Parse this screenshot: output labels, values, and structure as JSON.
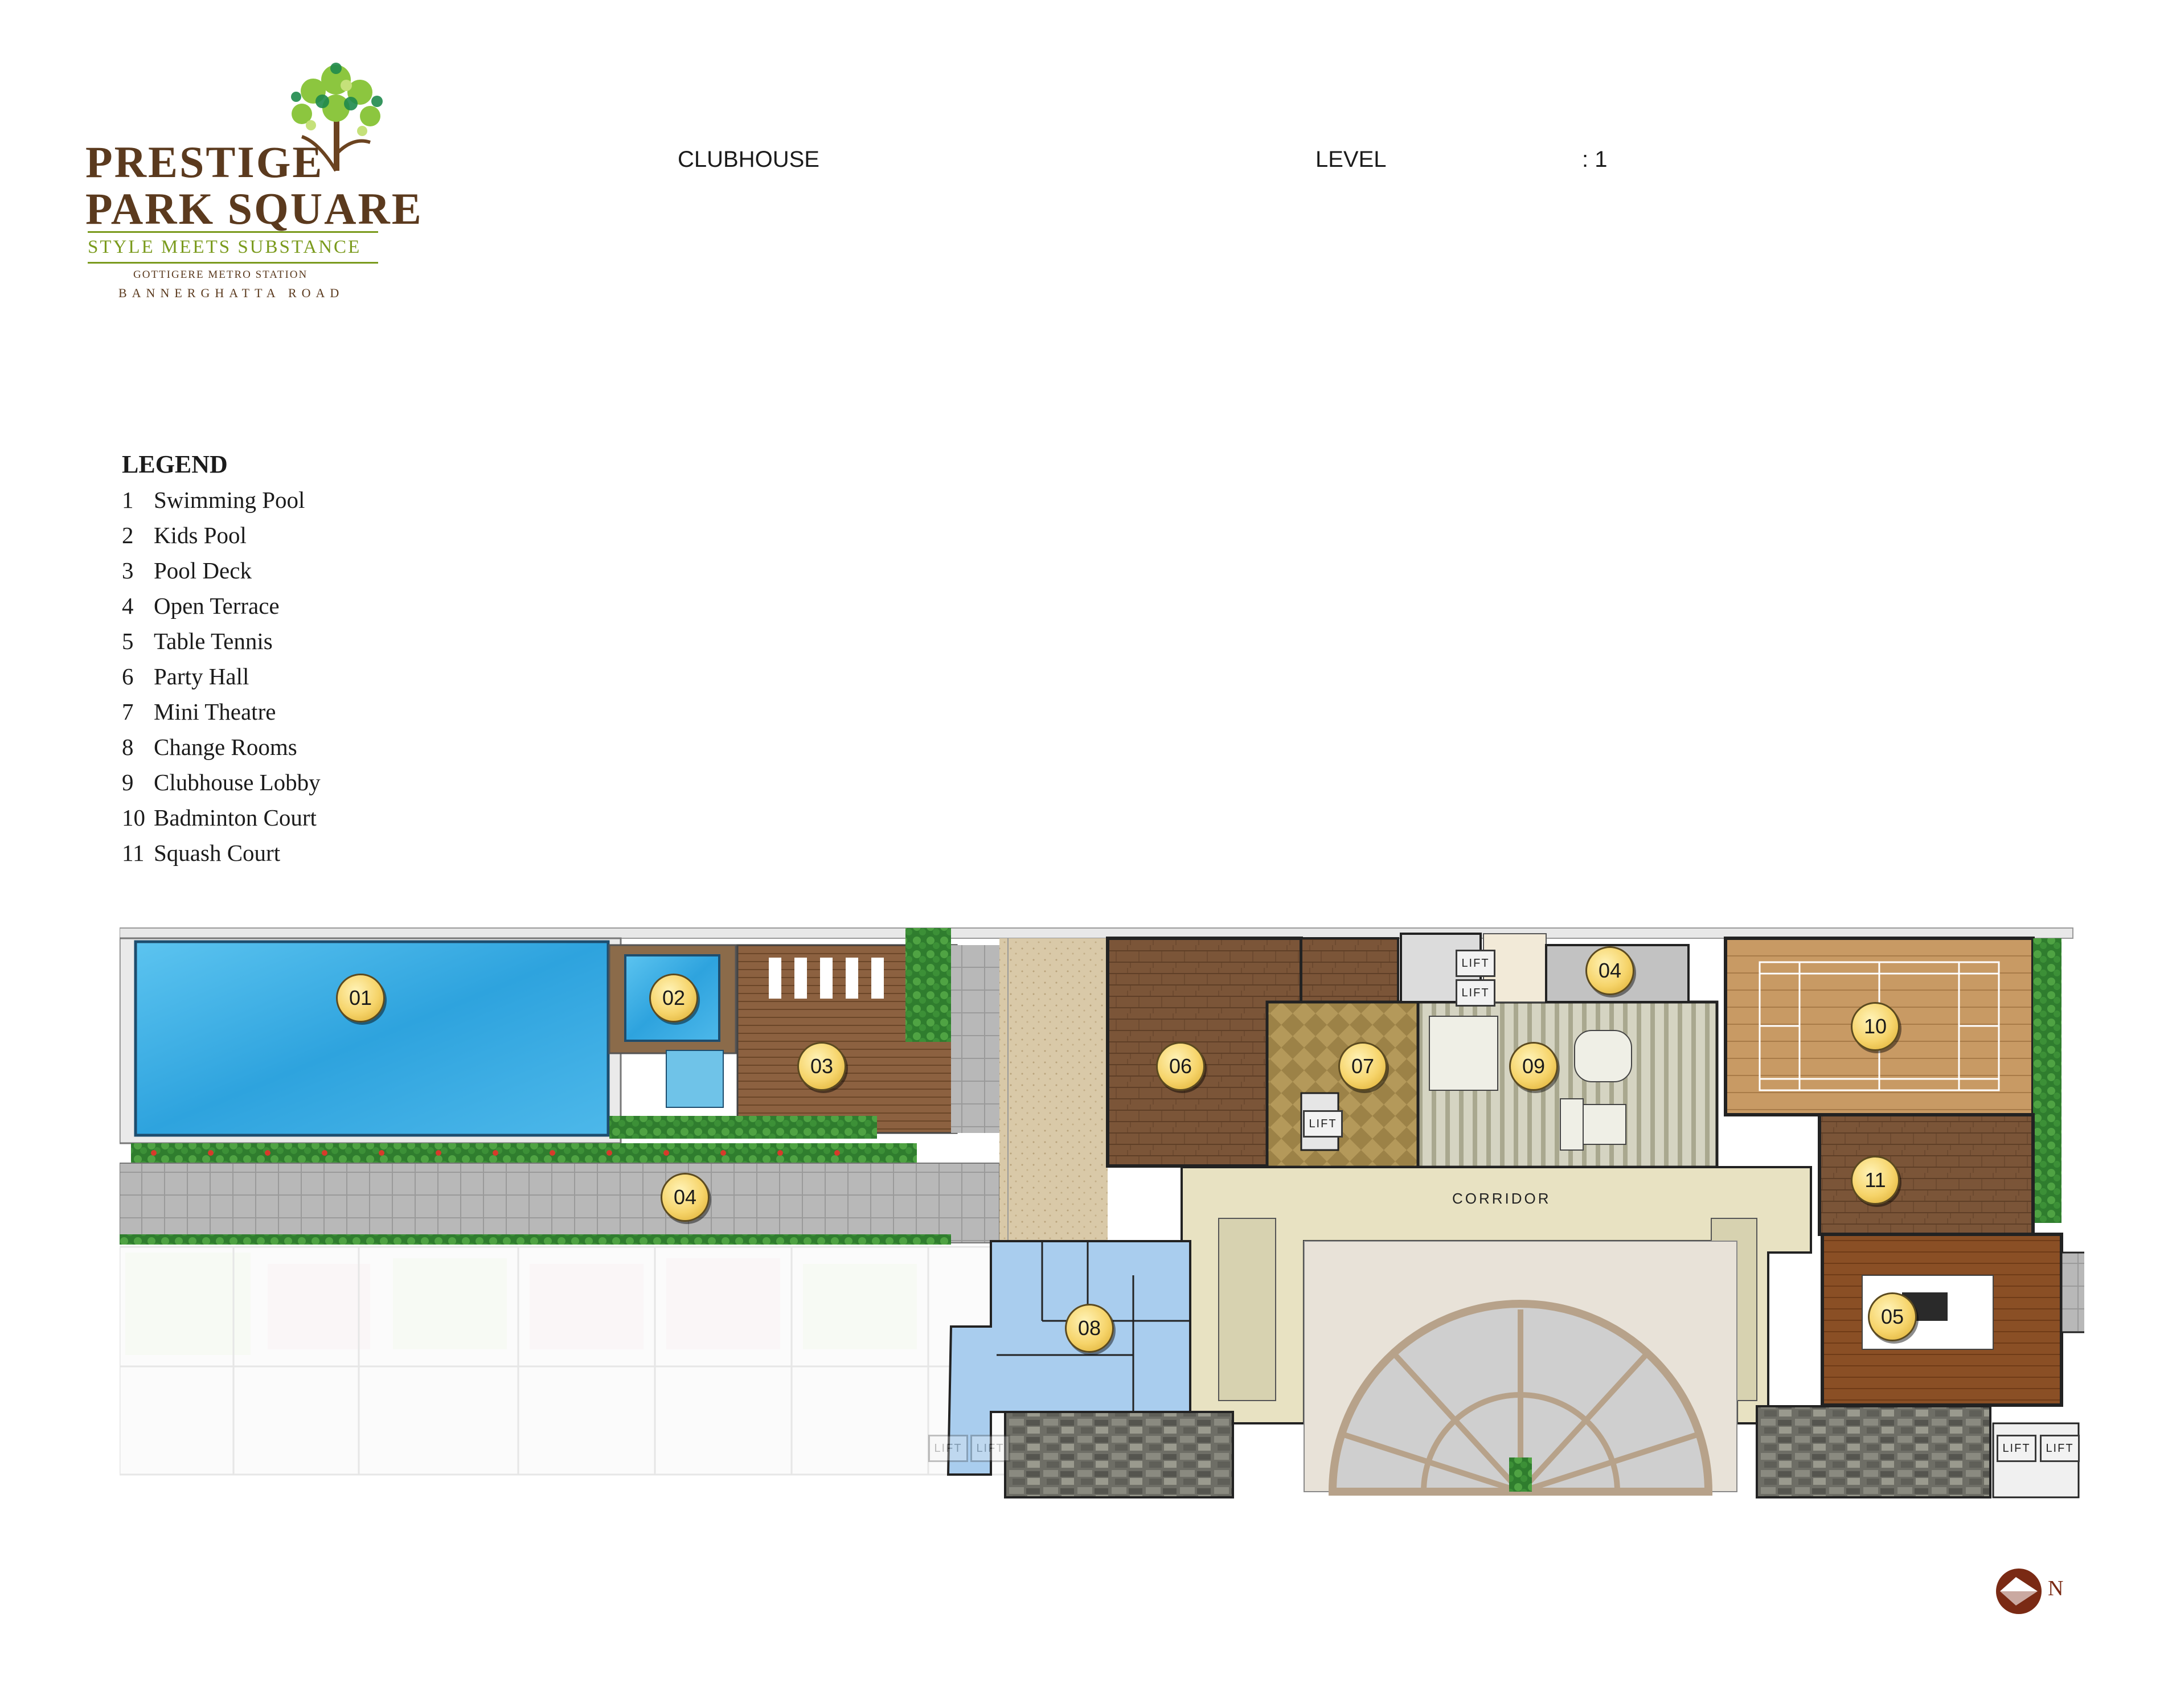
{
  "brand": {
    "line1": "PRESTIGE",
    "line2": "PARK SQUARE",
    "tagline": "STYLE MEETS SUBSTANCE",
    "location1": "GOTTIGERE METRO STATION",
    "location2": "BANNERGHATTA ROAD"
  },
  "header": {
    "title": "CLUBHOUSE",
    "level_label": "LEVEL",
    "level_value": ": 1"
  },
  "legend": {
    "title": "LEGEND",
    "items": [
      {
        "num": "1",
        "label": "Swimming Pool"
      },
      {
        "num": "2",
        "label": "Kids Pool"
      },
      {
        "num": "3",
        "label": "Pool Deck"
      },
      {
        "num": "4",
        "label": "Open Terrace"
      },
      {
        "num": "5",
        "label": "Table Tennis"
      },
      {
        "num": "6",
        "label": "Party Hall"
      },
      {
        "num": "7",
        "label": "Mini Theatre"
      },
      {
        "num": "8",
        "label": "Change Rooms"
      },
      {
        "num": "9",
        "label": "Clubhouse Lobby"
      },
      {
        "num": "10",
        "label": "Badminton Court"
      },
      {
        "num": "11",
        "label": "Squash Court"
      }
    ]
  },
  "plan": {
    "tags": {
      "t01": "01",
      "t02": "02",
      "t03": "03",
      "t04a": "04",
      "t04b": "04",
      "t05": "05",
      "t06": "06",
      "t07": "07",
      "t08": "08",
      "t09": "09",
      "t10": "10",
      "t11": "11"
    },
    "lift_label": "LIFT",
    "corridor_label": "CORRIDOR"
  },
  "north_label": "N",
  "colors": {
    "brand_brown": "#5b3a1e",
    "brand_green": "#7a9a1c",
    "pool_blue": "#3aaee0",
    "wood_dark": "#7a5236",
    "change_room_blue": "#a9cdee"
  }
}
